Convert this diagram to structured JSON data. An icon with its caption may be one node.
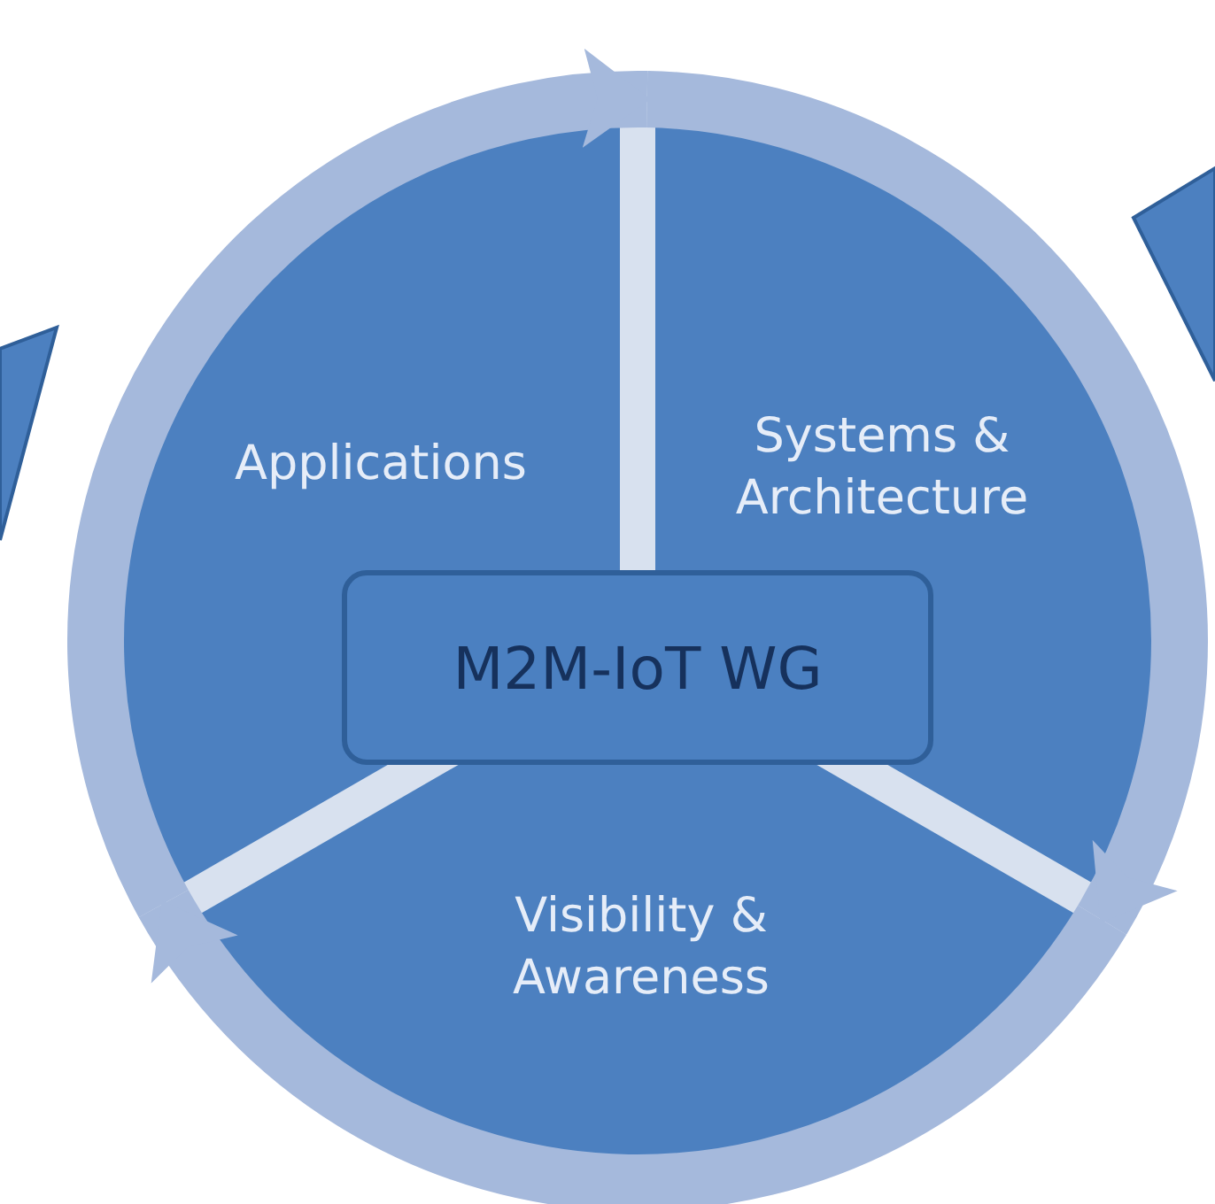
{
  "diagram": {
    "nodes": [
      {
        "text": [
          "Applications"
        ]
      },
      {
        "text": [
          "Systems & Architecture"
        ]
      },
      {
        "text": [
          "Visibility & Awareness"
        ]
      },
      {
        "text": [
          "M2M-IoT WG"
        ]
      },
      {
        "text": [],
        "shape": "box"
      },
      {
        "text": [],
        "shape": "box"
      }
    ],
    "edges": [
      {
        "from": 0,
        "to": 1,
        "arrow": "to"
      },
      {
        "from": 1,
        "to": 2,
        "arrow": "to"
      },
      {
        "from": 2,
        "to": 0,
        "arrow": "to"
      }
    ]
  }
}
